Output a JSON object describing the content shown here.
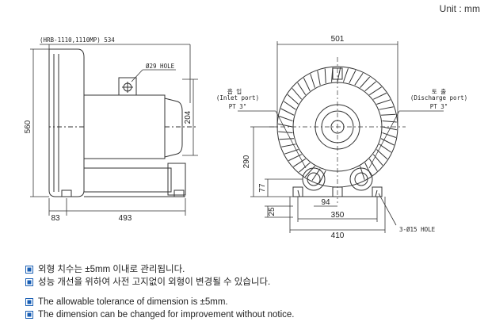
{
  "unit_label": "Unit : mm",
  "side_view": {
    "model_note": "(HRB-1110,1110MP) 534",
    "hole_label": "Ø29 HOLE",
    "dim_height": "560",
    "dim_motor": "204",
    "dim_left": "83",
    "dim_bottom": "493"
  },
  "front_view": {
    "dim_width": "501",
    "inlet_kr": "흡 입",
    "inlet_en": "(Inlet port)",
    "inlet_pt": "PT 3\"",
    "discharge_kr": "토 출",
    "discharge_en": "(Discharge port)",
    "discharge_pt": "PT 3\"",
    "dim_290": "290",
    "dim_77": "77",
    "dim_25": "25",
    "dim_94": "94",
    "dim_350": "350",
    "dim_410": "410",
    "holes": "3-Ø15 HOLE"
  },
  "notes": {
    "ko_1": "외형 치수는 ±5mm 이내로 관리됩니다.",
    "ko_2": "성능 개선을 위하여 사전 고지없이 외형이 변경될 수 있습니다.",
    "en_1": "The allowable tolerance of dimension is ±5mm.",
    "en_2": "The dimension can be changed for improvement without notice."
  },
  "colors": {
    "bullet": "#1a5fb4",
    "line": "#333333"
  }
}
